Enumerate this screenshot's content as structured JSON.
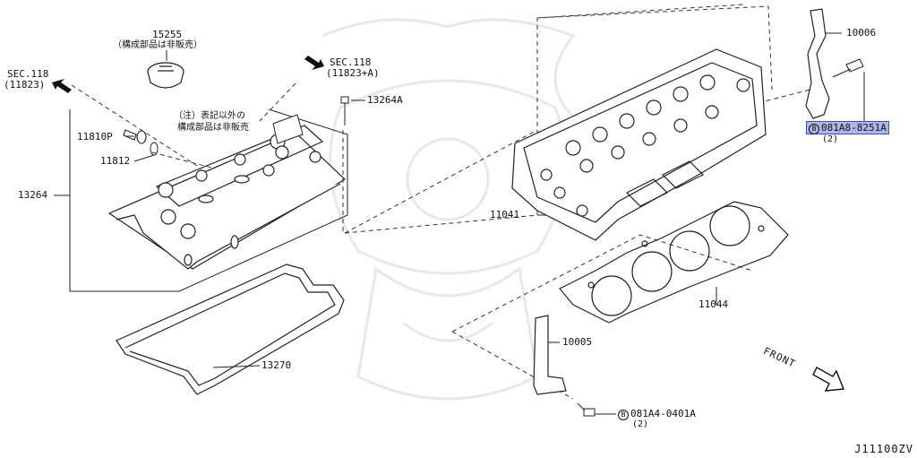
{
  "diagram_code": "J11100ZV",
  "front_label": "FRONT",
  "parts": {
    "p15255": {
      "number": "15255",
      "note": "（構成部品は非販売）"
    },
    "sec118_left": {
      "line1": "SEC.118",
      "line2": "(11823)"
    },
    "sec118_right": {
      "line1": "SEC.118",
      "line2": "(11823+A)"
    },
    "note_block": {
      "line1": "（注）表記以外の",
      "line2": "構成部品は非販売"
    },
    "p11810P": "11810P",
    "p11812": "11812",
    "p13264": "13264",
    "p13264A": "13264A",
    "p13270": "13270",
    "p11041": "11041",
    "p11044": "11044",
    "p10005": "10005",
    "p10006": "10006",
    "bolt_top": {
      "marker": "B",
      "number": "081A8-8251A",
      "qty": "(2)"
    },
    "bolt_bottom": {
      "marker": "B",
      "number": "081A4-0401A",
      "qty": "(2)"
    }
  },
  "colors": {
    "line": "#222222",
    "highlight_fill": "#aeb6ea",
    "highlight_border": "#3c4fc8",
    "watermark": "#e6e6e6"
  }
}
